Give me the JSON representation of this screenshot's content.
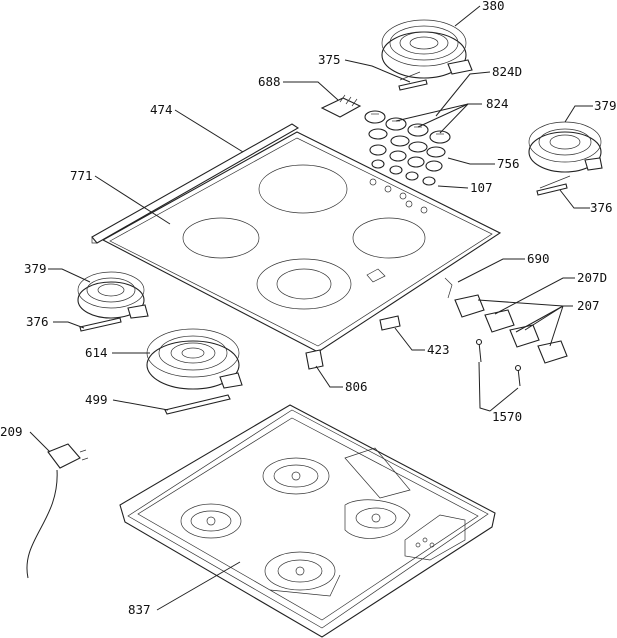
{
  "labels": {
    "l380": "380",
    "l375": "375",
    "l824D": "824D",
    "l688": "688",
    "l824": "824",
    "l474": "474",
    "l379a": "379",
    "l771": "771",
    "l756": "756",
    "l107": "107",
    "l376a": "376",
    "l690": "690",
    "l207D": "207D",
    "l379b": "379",
    "l207": "207",
    "l376b": "376",
    "l614": "614",
    "l423": "423",
    "l806": "806",
    "l1570": "1570",
    "l499": "499",
    "l209": "209",
    "l837": "837"
  }
}
